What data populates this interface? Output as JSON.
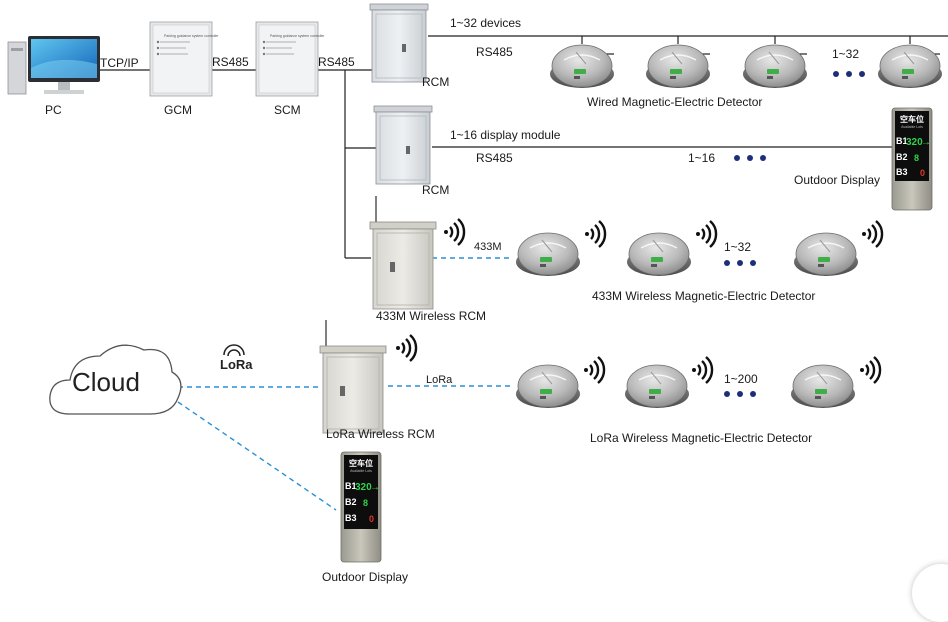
{
  "nodes": {
    "pc": "PC",
    "gcm": "GCM",
    "scm": "SCM",
    "rcm1": "RCM",
    "rcm2": "RCM",
    "rcm433": "433M Wireless RCM",
    "rcm_lora": "LoRa Wireless RCM",
    "cloud": "Cloud",
    "outdoor_display_1": "Outdoor Display",
    "outdoor_display_2": "Outdoor Display"
  },
  "links": {
    "tcpip": "TCP/IP",
    "rs485_gcm_scm": "RS485",
    "rs485_scm_rcm": "RS485",
    "rs485_row1": "RS485",
    "rs485_row2": "RS485",
    "m433": "433M",
    "lora_link": "LoRa",
    "lora_logo": "LoRa"
  },
  "rows": {
    "wired_devices": "1~32 devices",
    "wired_count": "1~32",
    "wired_caption": "Wired Magnetic-Electric Detector",
    "display_modules": "1~16 display module",
    "display_count": "1~16",
    "m433_count": "1~32",
    "m433_caption": "433M Wireless Magnetic-Electric Detector",
    "lora_count": "1~200",
    "lora_caption": "LoRa Wireless Magnetic-Electric Detector"
  },
  "controller_panel_text": "Parking guidance system controller",
  "sign": {
    "header": "空车位",
    "sub": "Available Lots",
    "rows": [
      {
        "level": "B1",
        "value": "320",
        "arrow": "→"
      },
      {
        "level": "B2",
        "value": "8",
        "arrow": ""
      },
      {
        "level": "B3",
        "value": "0",
        "arrow": ""
      }
    ]
  },
  "colors": {
    "wireless_link": "#2a8fd6",
    "dots": "#1d2f7a",
    "sign_green": "#2fd24a",
    "sign_red": "#e0352b"
  }
}
